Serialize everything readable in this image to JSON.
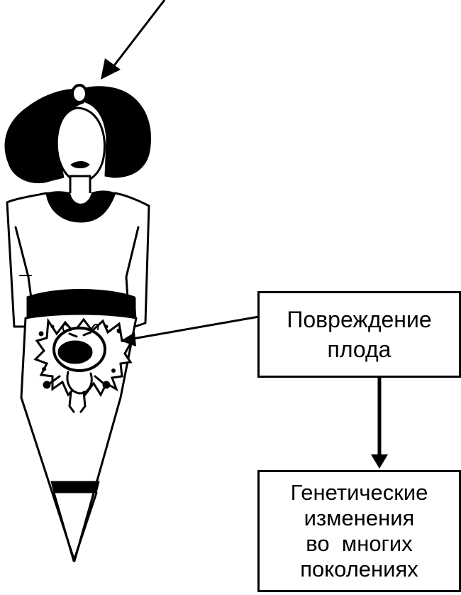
{
  "boxes": {
    "fetal_damage": {
      "line1": "Повреждение",
      "line2": "плода"
    },
    "genetic_changes": {
      "line1": "Генетические",
      "line2": "изменения",
      "line3": "во  многих",
      "line4": "поколениях"
    }
  },
  "figures": {
    "woman": "pregnant-woman-figure",
    "fetus": "crying-fetus-figure"
  },
  "colors": {
    "ink": "#000000",
    "paper": "#ffffff"
  }
}
